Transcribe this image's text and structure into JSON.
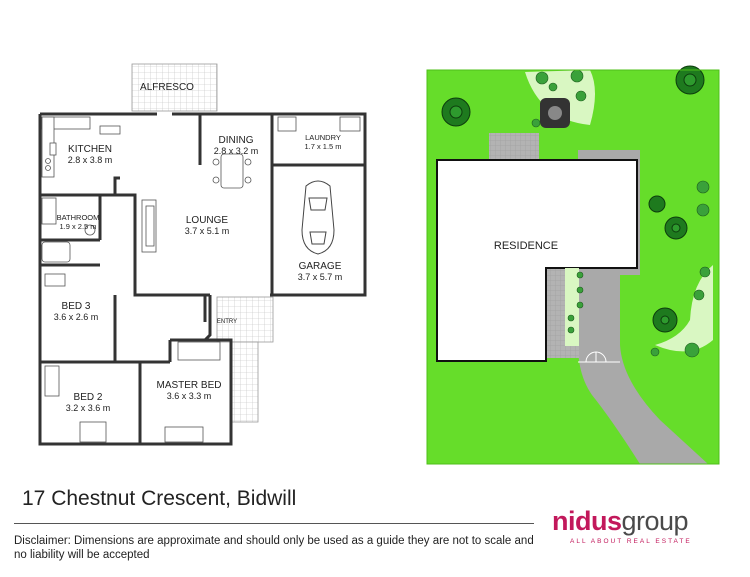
{
  "floorplan": {
    "alfresco": "ALFRESCO",
    "rooms": [
      {
        "id": "kitchen",
        "name": "KITCHEN",
        "dims": "2.8 x 3.8 m"
      },
      {
        "id": "dining",
        "name": "DINING",
        "dims": "2.8 x 3.2 m"
      },
      {
        "id": "laundry",
        "name": "LAUNDRY",
        "dims": "1.7 x 1.5 m"
      },
      {
        "id": "bathroom",
        "name": "BATHROOM",
        "dims": "1.9 x 2.5 m"
      },
      {
        "id": "lounge",
        "name": "LOUNGE",
        "dims": "3.7 x 5.1 m"
      },
      {
        "id": "garage",
        "name": "GARAGE",
        "dims": "3.7 x 5.7 m"
      },
      {
        "id": "bed3",
        "name": "BED 3",
        "dims": "3.6 x 2.6 m"
      },
      {
        "id": "bed2",
        "name": "BED 2",
        "dims": "3.2 x 3.6 m"
      },
      {
        "id": "master",
        "name": "MASTER BED",
        "dims": "3.6 x 3.3 m"
      }
    ],
    "entry": "ENTRY"
  },
  "siteplan": {
    "residence": "RESIDENCE",
    "colors": {
      "lawn": "#66dd2a",
      "driveway": "#a9a9a9",
      "paving": "#b5b5b5",
      "tree": "#1e7a1e"
    }
  },
  "footer": {
    "address": "17 Chestnut Crescent, Bidwill",
    "disclaimer": "Disclaimer: Dimensions are approximate and should only be used as a guide they are not to scale and no liability will be accepted"
  },
  "brand": {
    "part1": "nidus",
    "part2": "group",
    "tagline": "ALL ABOUT REAL ESTATE",
    "color": "#c2185b"
  }
}
